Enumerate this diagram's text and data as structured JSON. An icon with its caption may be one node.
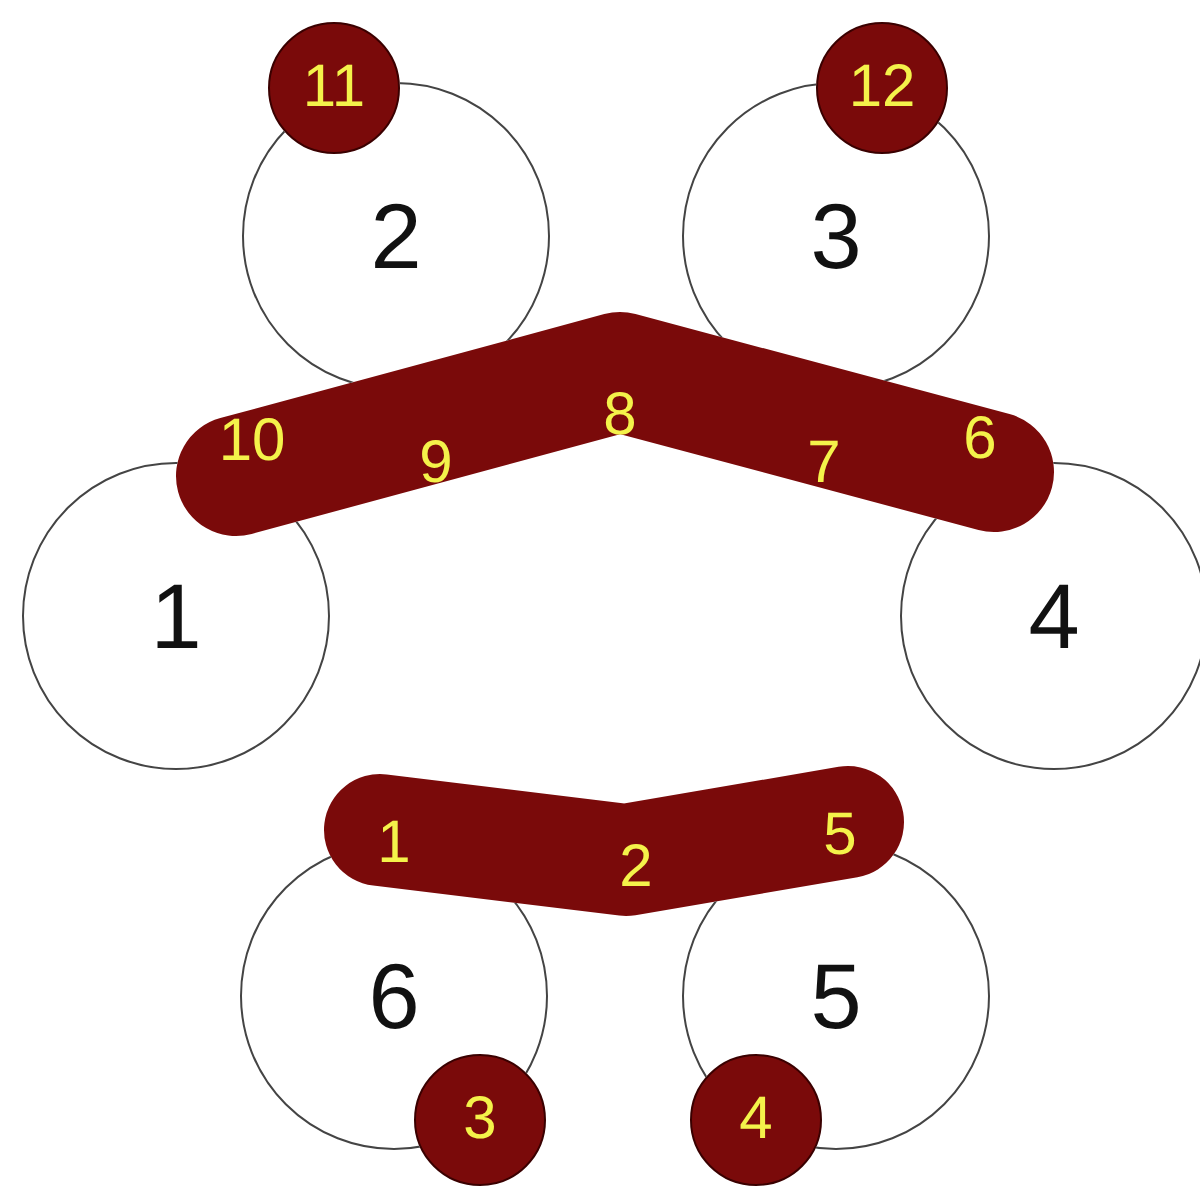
{
  "diagram": {
    "nodes": [
      {
        "text": [
          "11"
        ]
      },
      {
        "text": [
          "12"
        ]
      },
      {
        "text": [
          "2"
        ]
      },
      {
        "text": [
          "3"
        ]
      },
      {
        "text": [
          "10",
          "9",
          "8",
          "7",
          "6"
        ]
      },
      {
        "text": [
          "1"
        ]
      },
      {
        "text": [
          "4"
        ]
      },
      {
        "text": [
          "1",
          "2",
          "5"
        ]
      },
      {
        "text": [
          "6"
        ]
      },
      {
        "text": [
          "5"
        ]
      },
      {
        "text": [
          "3"
        ]
      },
      {
        "text": [
          "4"
        ]
      }
    ]
  }
}
